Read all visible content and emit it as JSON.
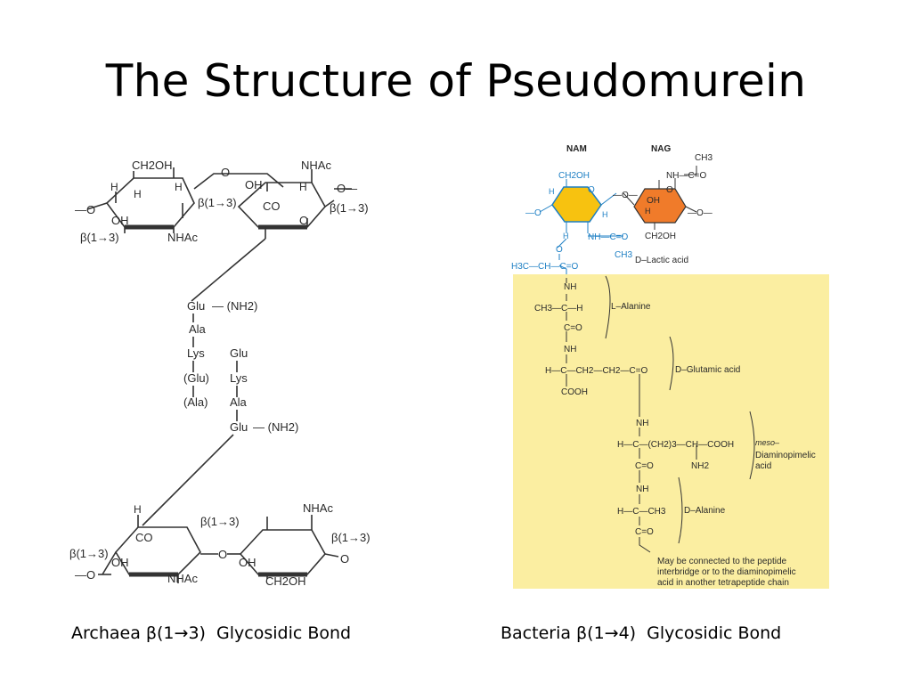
{
  "title": "The Structure of Pseudomurein",
  "captions": {
    "left": "Archaea β(1→3)  Glycosidic Bond",
    "right": "Bacteria β(1→4)  Glycosidic Bond"
  },
  "colors": {
    "nam_ring": "#f7c210",
    "nag_ring": "#f07b2a",
    "peptide_panel": "#fbeea1",
    "bacterial_sugar_text": "#1d7fc4"
  },
  "archaea": {
    "top": {
      "ch2oh": "CH2OH",
      "o_bridge": "O",
      "nhac_r": "NHAc",
      "oh1": "OH",
      "h1": "H",
      "h2": "H",
      "h3": "H",
      "h4": "H",
      "bond_mid": "β(1→3)",
      "bond_right": "β(1→3)",
      "bond_left": "β(1→3)",
      "co": "CO",
      "oh_l": "OH",
      "nhac_l": "NHAc",
      "o_left": "—O",
      "o_right": "O—",
      "ring_o_r": "O"
    },
    "peptide": {
      "glu1": "Glu",
      "nh2_1": "— (NH2)",
      "ala1": "Ala",
      "lys1": "Lys",
      "glu2": "Glu",
      "glu_p": "(Glu)",
      "lys2": "Lys",
      "ala_p": "(Ala)",
      "ala2": "Ala",
      "glu3": "Glu",
      "nh2_2": "— (NH2)"
    },
    "bottom": {
      "h": "H",
      "co": "CO",
      "nhac_top": "NHAc",
      "bond_mid": "β(1→3)",
      "bond_left": "β(1→3)",
      "bond_right": "β(1→3)",
      "oh1": "OH",
      "oh2": "OH",
      "nhac_l": "NHAc",
      "ch2oh": "CH2OH",
      "o_left": "—O",
      "o": "O",
      "o_right": "O"
    }
  },
  "bacteria": {
    "nam": "NAM",
    "nag": "NAG",
    "ch2oh_top": "CH2OH",
    "ch3_nag": "CH3",
    "nh_c_o": "NH—C=O",
    "ring_o1": "O",
    "ring_o2": "O",
    "link_o": "—O—",
    "oh": "OH",
    "h_labels": "H",
    "o_left": "—O",
    "o_right": "—O—",
    "nh_c_o_nam": "NH—C=O",
    "ch3_nam": "CH3",
    "ch2oh_nag": "CH2OH",
    "o_lact": "O",
    "lactic_row": "H3C—CH—C=O",
    "lactic_label": "D–Lactic acid",
    "l_ala": {
      "nh": "NH",
      "row": "CH3—C—H",
      "co": "C=O",
      "label": "L–Alanine"
    },
    "d_glu": {
      "nh": "NH",
      "row": "H—C—CH2—CH2—C=O",
      "cooh": "COOH",
      "label": "D–Glutamic acid"
    },
    "dap": {
      "nh": "NH",
      "row": "H—C—(CH2)3—CH—COOH",
      "co": "C=O",
      "nh2": "NH2",
      "label1": "meso–",
      "label2": "Diaminopimelic",
      "label3": "acid"
    },
    "d_ala": {
      "nh": "NH",
      "row": "H—C—CH3",
      "co": "C=O",
      "label": "D–Alanine"
    },
    "note1": "May be connected to the peptide",
    "note2": "interbridge or to the diaminopimelic",
    "note3": "acid in another tetrapeptide chain"
  }
}
